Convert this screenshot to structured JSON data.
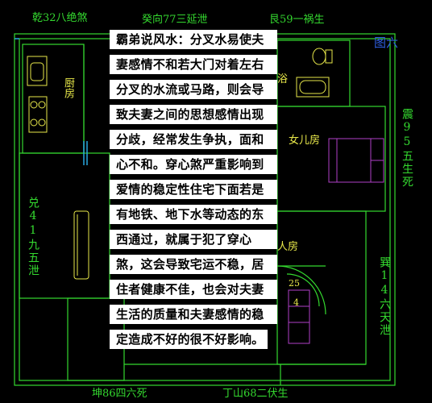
{
  "directions": {
    "top_left": "乾32八绝煞",
    "top_center": "癸向77三延泄",
    "top_right": "艮59一祸生",
    "right_upper": "震95五生死",
    "right_lower": "巽14六天泄",
    "left_middle": "兑41九五泄",
    "bottom_left": "坤86四六死",
    "bottom_right": "丁山68二伏生"
  },
  "figure_label": "图六",
  "rooms": {
    "kitchen": "厨房",
    "bath": "浴",
    "daughter_room": "女儿房",
    "partial_room": "人房",
    "number_a": "25",
    "number_b": "4"
  },
  "overlay_lines": [
    "霸弟说风水：分叉水易使夫",
    "妻感情不和若大门对着左右",
    "分叉的水流或马路，则会导",
    "致夫妻之间的思想感情出现",
    "分歧，经常发生争执，面和",
    "心不和。穿心煞严重影响到",
    "爱情的稳定性住宅下面若是",
    "有地铁、地下水等动态的东",
    "西通过，就属于犯了穿心",
    "煞，这会导致宅运不稳，居",
    "住者健康不佳，也会对夫妻",
    "生活的质量和夫妻感情的稳",
    "定造成不好的很不好影响。"
  ],
  "colors": {
    "background": "#000000",
    "wall": "#34d82f",
    "fixture": "#e8e84a",
    "furniture": "#b040c8",
    "figure_label": "#2f5fe0",
    "overlay_bg": "#ffffff"
  }
}
